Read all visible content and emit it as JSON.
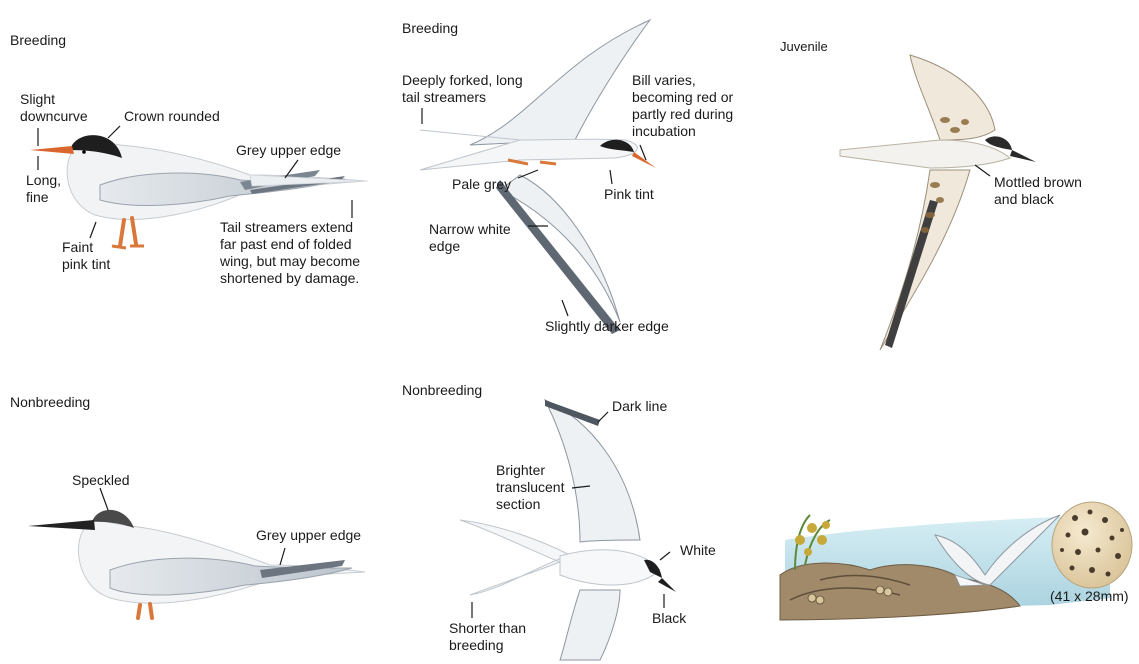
{
  "panels": {
    "breeding_perched": {
      "title": "Breeding",
      "labels": {
        "slight_downcurve": "Slight\ndowncurve",
        "crown_rounded": "Crown rounded",
        "long_fine": "Long,\nfine",
        "grey_upper_edge": "Grey upper edge",
        "faint_pink_tint": "Faint\npink tint",
        "tail_streamers": "Tail streamers extend\nfar past end of folded\nwing, but may become\nshortened by damage."
      }
    },
    "breeding_flight": {
      "title": "Breeding",
      "labels": {
        "deeply_forked": "Deeply forked, long\ntail streamers",
        "bill_varies": "Bill varies,\nbecoming red or\npartly red during\nincubation",
        "pale_grey": "Pale grey",
        "pink_tint": "Pink tint",
        "narrow_white_edge": "Narrow white\nedge",
        "slightly_darker_edge": "Slightly darker edge"
      }
    },
    "juvenile": {
      "title": "Juvenile",
      "labels": {
        "mottled": "Mottled brown\nand black"
      }
    },
    "nonbreeding_perched": {
      "title": "Nonbreeding",
      "labels": {
        "speckled": "Speckled",
        "grey_upper_edge": "Grey upper edge"
      }
    },
    "nonbreeding_flight": {
      "title": "Nonbreeding",
      "labels": {
        "dark_line": "Dark line",
        "brighter_translucent": "Brighter\ntranslucent\nsection",
        "white": "White",
        "shorter_than_breeding": "Shorter than\nbreeding",
        "black": "Black"
      }
    },
    "nest_scene": {
      "egg_size": "(41 x 28mm)"
    }
  },
  "colors": {
    "plumage_grey": "#c9d0d8",
    "cap_black": "#1e1e1e",
    "bill_orange": "#d9662e",
    "leg_orange": "#d9783a",
    "water_blue": "#bfe0ea",
    "rock_brown": "#a08a6a",
    "mottle_brown": "#8c6a3c"
  }
}
